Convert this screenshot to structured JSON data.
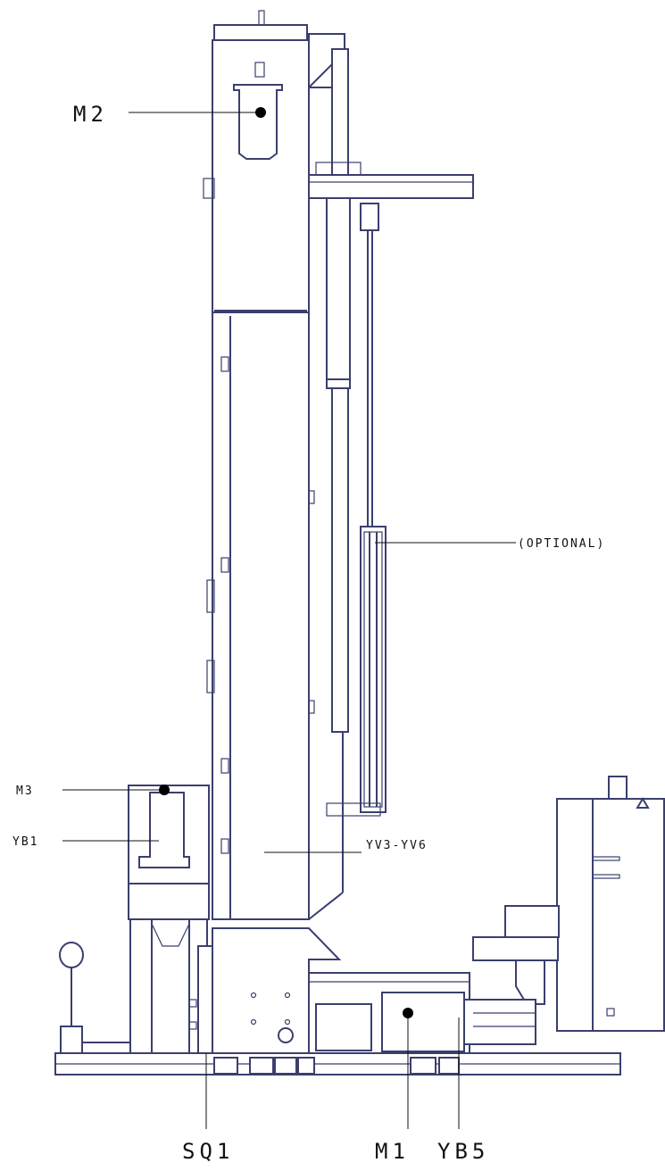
{
  "labels": {
    "m2": "M2",
    "optional": "(OPTIONAL)",
    "m3": "M3",
    "yb1": "YB1",
    "yv": "YV3-YV6",
    "sq1": "SQ1",
    "m1": "M1",
    "yb5": "YB5"
  },
  "colors": {
    "line": "#3a3f6e",
    "leader": "#111111",
    "background": "#ffffff"
  }
}
